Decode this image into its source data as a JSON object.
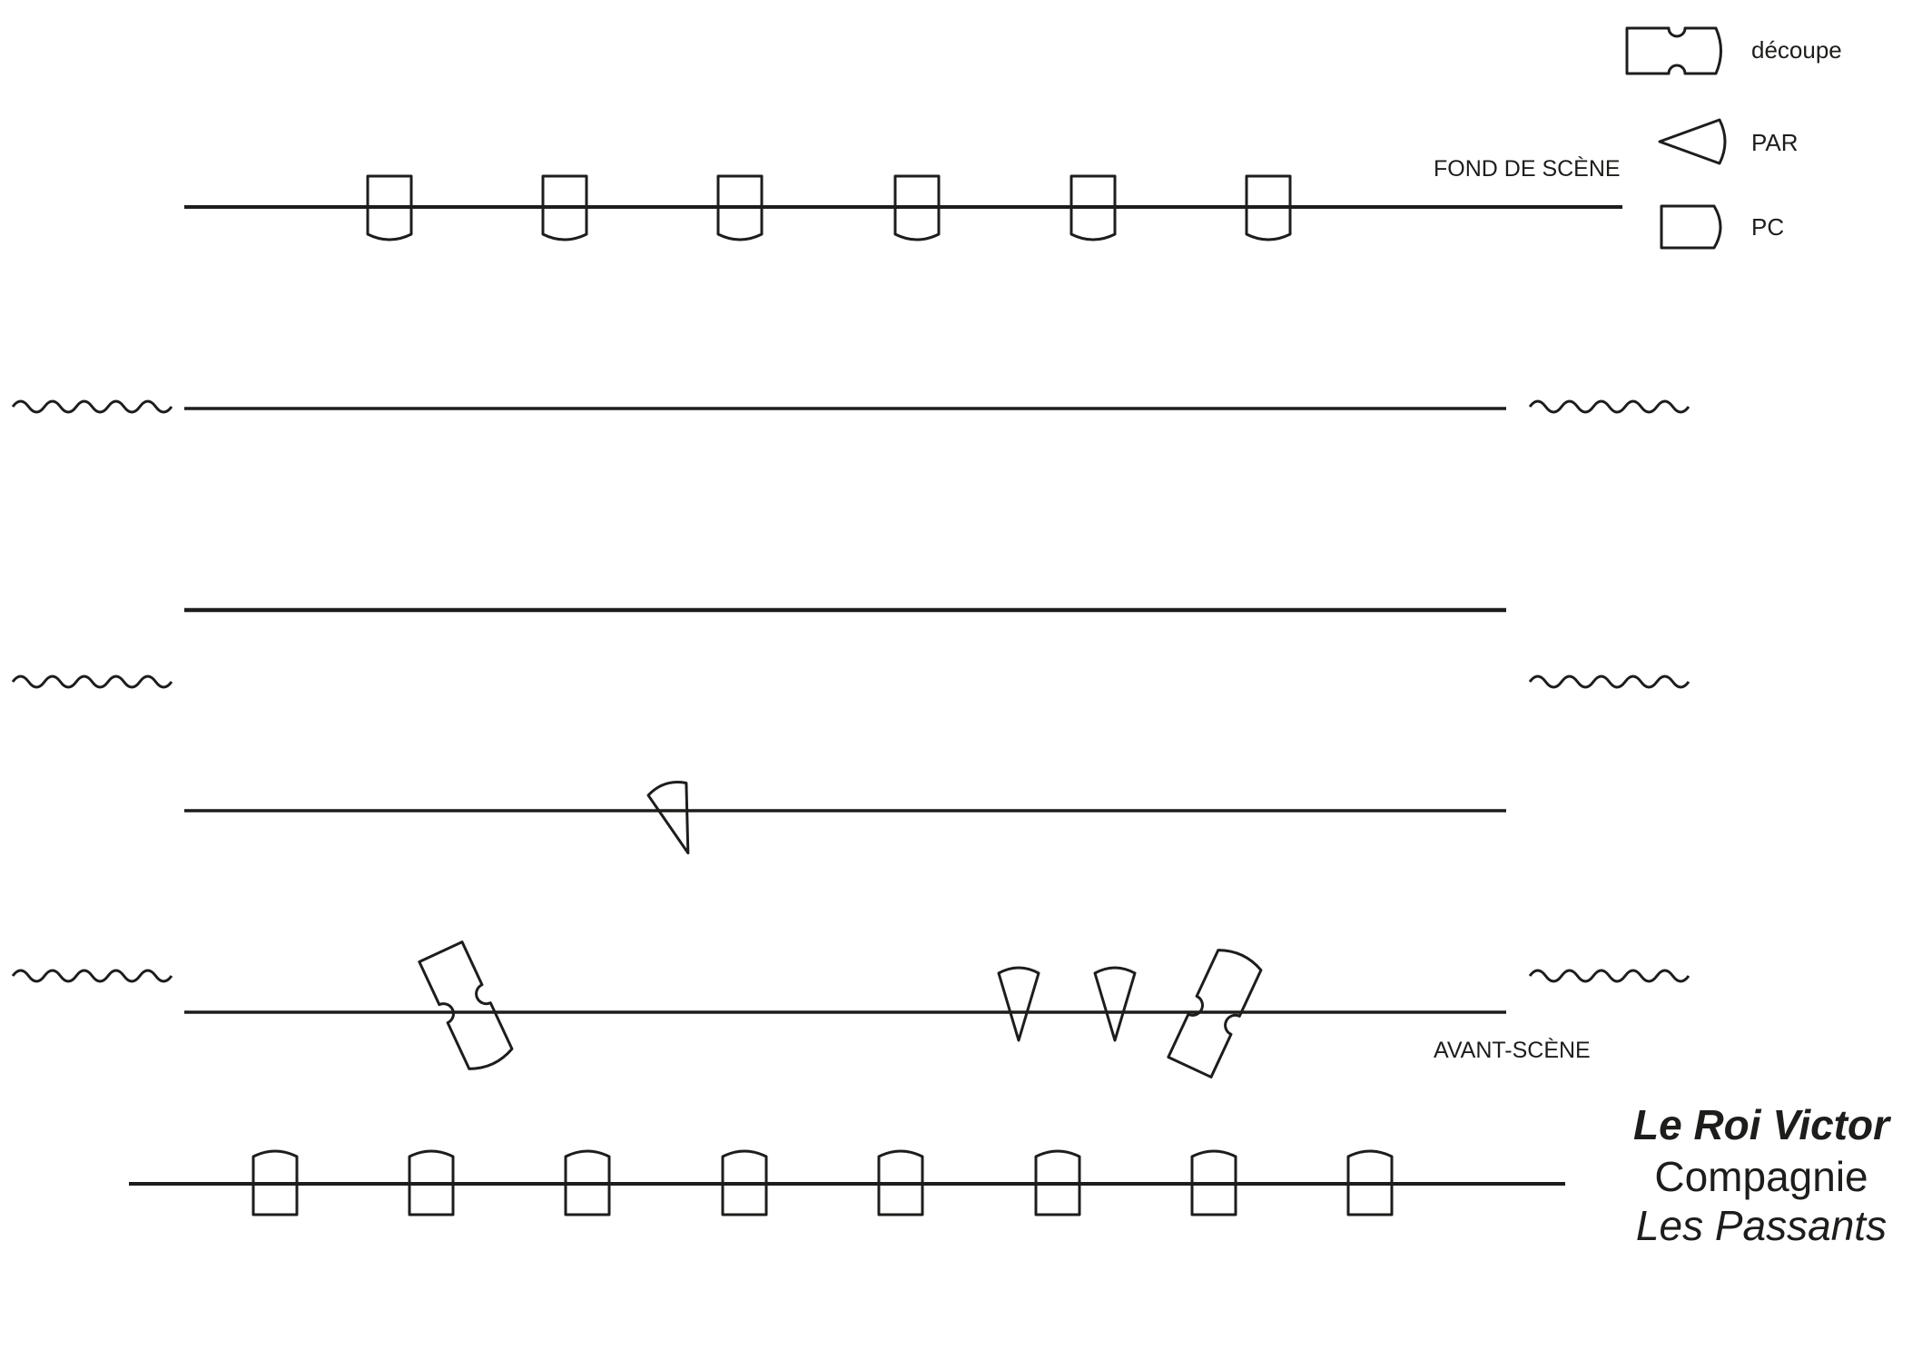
{
  "legend": {
    "items": [
      {
        "symbol": "decoupe",
        "label": "découpe"
      },
      {
        "symbol": "par",
        "label": "PAR"
      },
      {
        "symbol": "pc",
        "label": "PC"
      }
    ]
  },
  "zones": {
    "back": "FOND DE SCÈNE",
    "front": "AVANT-SCÈNE"
  },
  "title_block": {
    "title": "Le Roi Victor",
    "line2": "Compagnie",
    "line3": "Les Passants"
  },
  "battens": [
    {
      "id": "fond-de-scene",
      "label": "FOND DE SCÈNE",
      "fixtures": [
        "pc",
        "pc",
        "pc",
        "pc",
        "pc",
        "pc"
      ]
    },
    {
      "id": "perche-2",
      "label": "",
      "fixtures": []
    },
    {
      "id": "perche-3",
      "label": "",
      "fixtures": []
    },
    {
      "id": "perche-4",
      "label": "",
      "fixtures": [
        "par"
      ]
    },
    {
      "id": "avant-scene",
      "label": "AVANT-SCÈNE",
      "fixtures": [
        "decoupe",
        "par",
        "par",
        "decoupe"
      ]
    },
    {
      "id": "face",
      "label": "",
      "fixtures": [
        "pc",
        "pc",
        "pc",
        "pc",
        "pc",
        "pc",
        "pc",
        "pc"
      ]
    }
  ],
  "colors": {
    "ink": "#1d1d1b",
    "background": "#ffffff"
  }
}
